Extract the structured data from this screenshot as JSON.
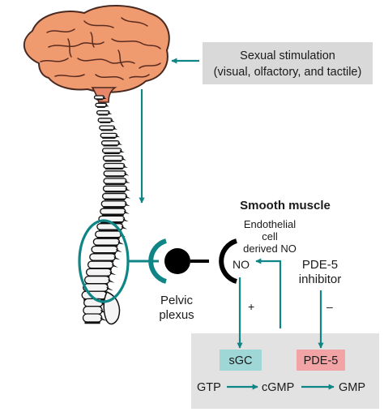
{
  "labels": {
    "stimulus_line1": "Sexual stimulation",
    "stimulus_line2": "(visual, olfactory, and tactile)",
    "smooth_muscle": "Smooth muscle",
    "endothelial_line1": "Endothelial",
    "endothelial_line2": "cell",
    "endothelial_line3": "derived NO",
    "no_label": "NO",
    "pde5_inhibitor_line1": "PDE-5",
    "pde5_inhibitor_line2": "inhibitor",
    "pelvic_line1": "Pelvic",
    "pelvic_line2": "plexus",
    "plus_sign": "+",
    "minus_sign": "–",
    "sgc": "sGC",
    "pde5": "PDE-5",
    "gtp": "GTP",
    "cgmp": "cGMP",
    "gmp": "GMP"
  },
  "colors": {
    "teal": "#0f8585",
    "brain_fill": "#f09a70",
    "brain_stroke": "#4a2a20",
    "stim_box": "#d9d9d9",
    "pathway_box": "#e2e2e2",
    "sgc_box": "#9fd6d6",
    "pde5_box": "#f2a3a6",
    "vertebra_light": "#f4f4f4",
    "vertebra_dark": "#111111"
  }
}
